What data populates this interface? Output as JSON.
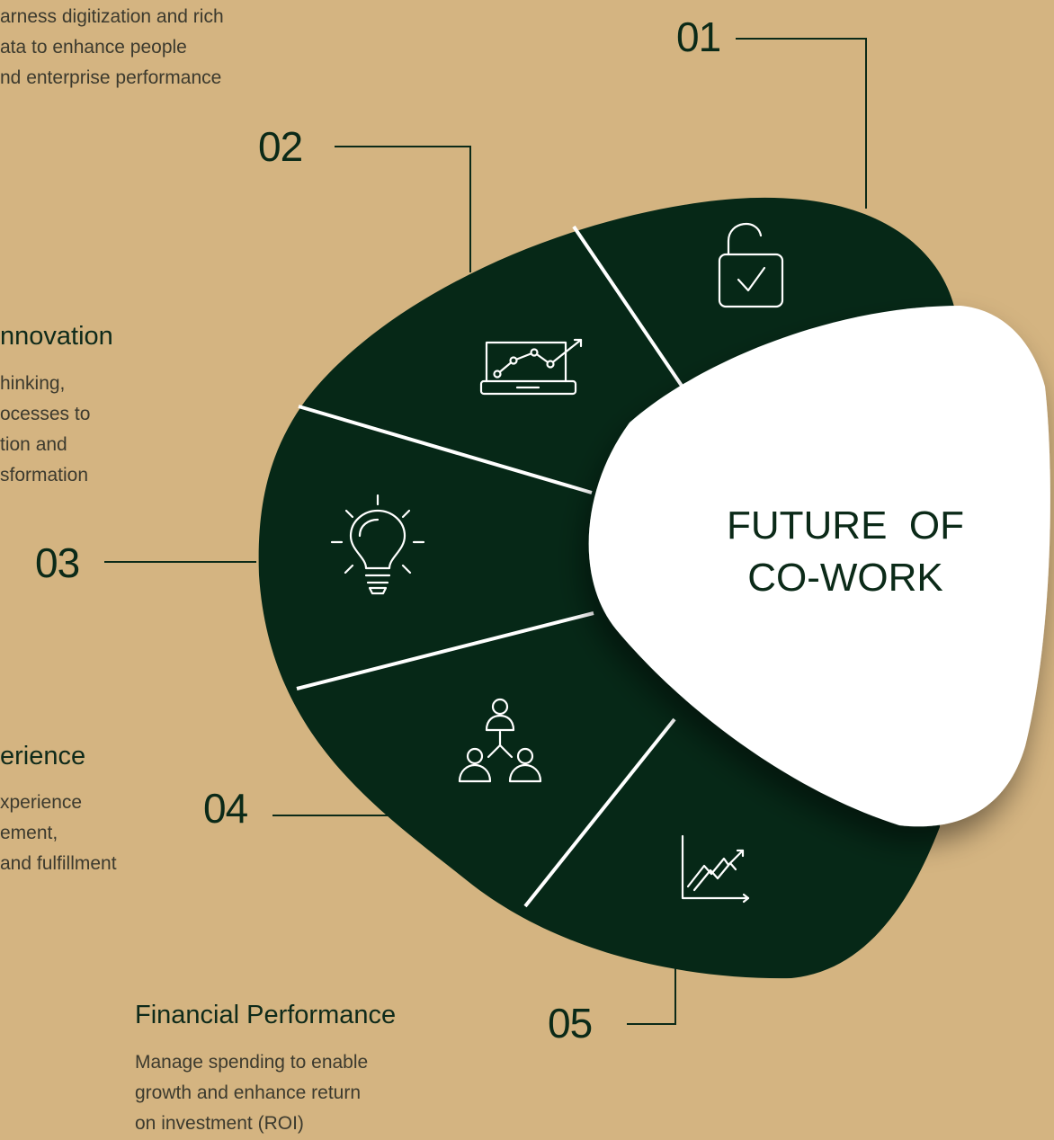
{
  "center": {
    "title_line1": "FUTURE  OF",
    "title_line2": "CO-WORK"
  },
  "numbers": {
    "n01": "01",
    "n02": "02",
    "n03": "03",
    "n04": "04",
    "n05": "05"
  },
  "segments": [
    {
      "icon": "unlock-check-icon"
    },
    {
      "icon": "laptop-chart-icon"
    },
    {
      "icon": "lightbulb-icon"
    },
    {
      "icon": "team-hierarchy-icon"
    },
    {
      "icon": "growth-chart-icon"
    }
  ],
  "blocks": {
    "digitization": {
      "lines": [
        "arness digitization and rich",
        "ata to enhance people",
        "nd enterprise performance"
      ]
    },
    "innovation": {
      "heading": "nnovation",
      "lines": [
        "hinking,",
        "ocesses to",
        "tion and",
        "sformation"
      ]
    },
    "experience": {
      "heading": "erience",
      "lines": [
        "xperience",
        "ement,",
        "and fulfillment"
      ]
    },
    "financial": {
      "heading": "Financial Performance",
      "lines": [
        "Manage spending to enable",
        "growth and enhance return",
        "on investment (ROI)"
      ]
    }
  },
  "colors": {
    "background": "#d4b481",
    "blob": "#062817",
    "divider": "#ffffff",
    "text": "#0b2a18"
  }
}
